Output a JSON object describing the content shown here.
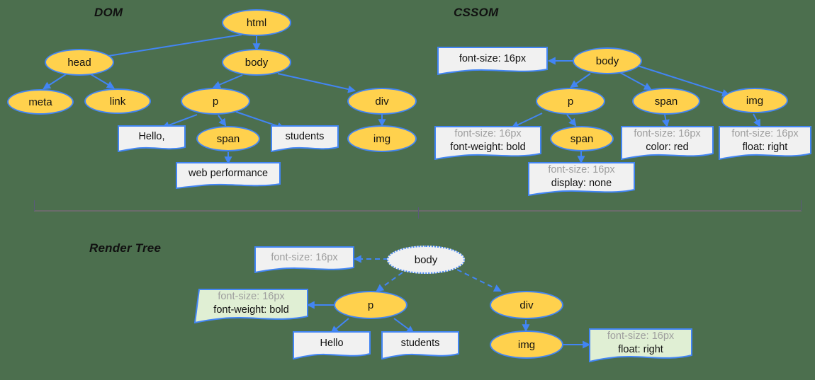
{
  "background_color": "#4c6f4e",
  "palette": {
    "node_fill": "#ffd14d",
    "node_border": "#4285f4",
    "box_fill": "#f1f1f1",
    "box_fill_green": "#e0efd4",
    "box_border": "#4285f4",
    "edge": "#4285f4",
    "text": "#111111",
    "text_muted": "#9e9e9e",
    "divider": "#6b6b6b"
  },
  "sections": {
    "dom": {
      "title": "DOM"
    },
    "cssom": {
      "title": "CSSOM"
    },
    "render_tree": {
      "title": "Render Tree"
    }
  },
  "dom": {
    "nodes": [
      {
        "id": "html",
        "label": "html"
      },
      {
        "id": "head",
        "label": "head"
      },
      {
        "id": "body",
        "label": "body"
      },
      {
        "id": "meta",
        "label": "meta"
      },
      {
        "id": "link",
        "label": "link"
      },
      {
        "id": "p",
        "label": "p"
      },
      {
        "id": "div",
        "label": "div"
      },
      {
        "id": "span",
        "label": "span"
      },
      {
        "id": "img",
        "label": "img"
      }
    ],
    "text_boxes": [
      {
        "id": "hello",
        "label": "Hello,"
      },
      {
        "id": "students",
        "label": "students"
      },
      {
        "id": "webperf",
        "label": "web performance"
      }
    ]
  },
  "cssom": {
    "nodes": [
      {
        "id": "body",
        "label": "body"
      },
      {
        "id": "p",
        "label": "p"
      },
      {
        "id": "span1",
        "label": "span"
      },
      {
        "id": "span2",
        "label": "span"
      },
      {
        "id": "img",
        "label": "img"
      }
    ],
    "rule_boxes": [
      {
        "id": "body_rules",
        "lines": [
          {
            "text": "font-size: 16px",
            "muted": false
          }
        ]
      },
      {
        "id": "p_rules",
        "lines": [
          {
            "text": "font-size: 16px",
            "muted": true
          },
          {
            "text": "font-weight: bold",
            "muted": false
          }
        ]
      },
      {
        "id": "span2_rules",
        "lines": [
          {
            "text": "font-size: 16px",
            "muted": true
          },
          {
            "text": "display: none",
            "muted": false
          }
        ]
      },
      {
        "id": "span1_rules",
        "lines": [
          {
            "text": "font-size: 16px",
            "muted": true
          },
          {
            "text": "color: red",
            "muted": false
          }
        ]
      },
      {
        "id": "img_rules",
        "lines": [
          {
            "text": "font-size: 16px",
            "muted": true
          },
          {
            "text": "float: right",
            "muted": false
          }
        ]
      }
    ]
  },
  "render_tree": {
    "nodes": [
      {
        "id": "body",
        "label": "body",
        "style": "ghost"
      },
      {
        "id": "p",
        "label": "p",
        "style": "normal"
      },
      {
        "id": "div",
        "label": "div",
        "style": "normal"
      },
      {
        "id": "img",
        "label": "img",
        "style": "normal"
      }
    ],
    "boxes": [
      {
        "id": "body_rules",
        "fill": "grey",
        "lines": [
          {
            "text": "font-size: 16px",
            "muted": true
          }
        ]
      },
      {
        "id": "p_rules",
        "fill": "green",
        "lines": [
          {
            "text": "font-size: 16px",
            "muted": true
          },
          {
            "text": "font-weight: bold",
            "muted": false
          }
        ]
      },
      {
        "id": "hello",
        "fill": "grey",
        "lines": [
          {
            "text": "Hello",
            "muted": false
          }
        ]
      },
      {
        "id": "students",
        "fill": "grey",
        "lines": [
          {
            "text": "students",
            "muted": false
          }
        ]
      },
      {
        "id": "img_rules",
        "fill": "green",
        "lines": [
          {
            "text": "font-size: 16px",
            "muted": true
          },
          {
            "text": "float: right",
            "muted": false
          }
        ]
      }
    ]
  }
}
